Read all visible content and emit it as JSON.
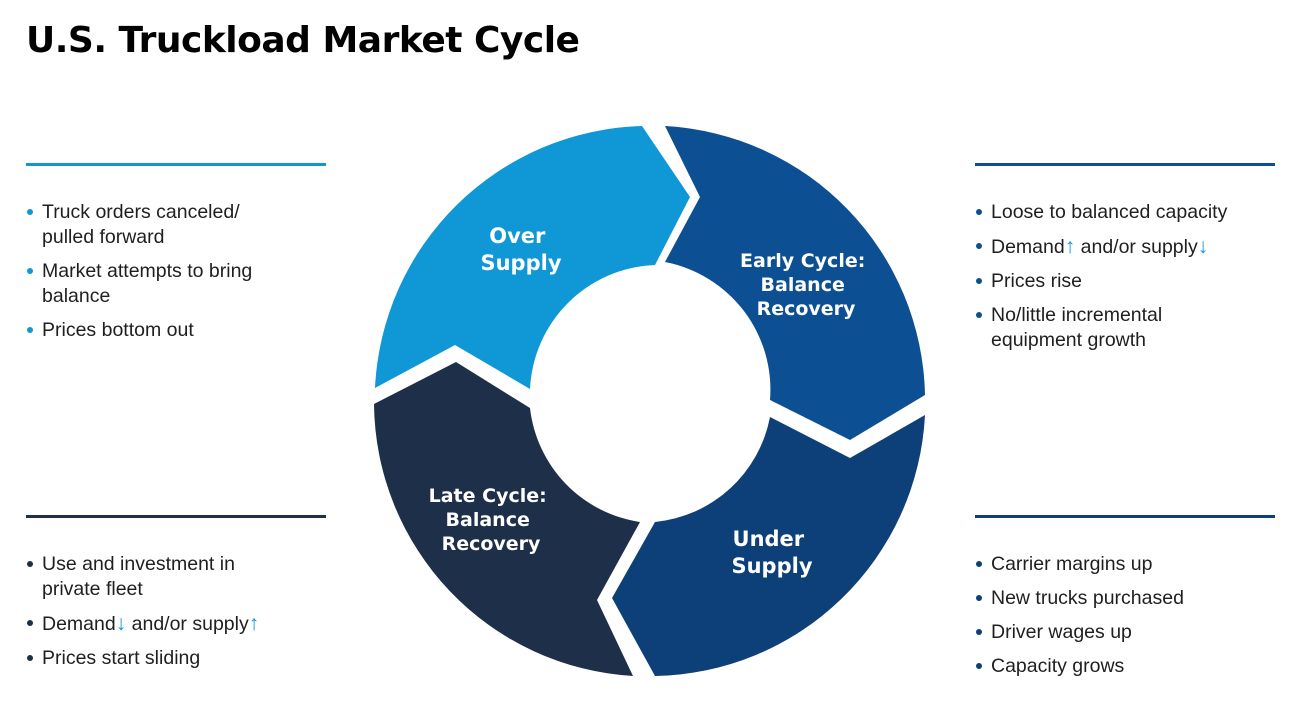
{
  "title": "U.S. Truckload Market Cycle",
  "colors": {
    "over_supply": "#0f97d6",
    "early_cycle": "#0d4f93",
    "under_supply": "#0d3f78",
    "late_cycle": "#1e2f4a",
    "arrow_accent": "#0f97d6"
  },
  "cycle": {
    "over_supply": [
      "Over",
      "Supply"
    ],
    "early_cycle": [
      "Early Cycle:",
      "Balance",
      "Recovery"
    ],
    "under_supply": [
      "Under",
      "Supply"
    ],
    "late_cycle": [
      "Late Cycle:",
      "Balance",
      "Recovery"
    ]
  },
  "panels": {
    "top_left": {
      "items": [
        {
          "text": "Truck orders canceled/\npulled forward"
        },
        {
          "text": "Market attempts to bring\nbalance"
        },
        {
          "text": "Prices bottom out"
        }
      ]
    },
    "top_right": {
      "items": [
        {
          "text": "Loose to balanced capacity"
        },
        {
          "pre": "Demand",
          "arrow1": "↑",
          "mid": " and/or supply",
          "arrow2": "↓"
        },
        {
          "text": "Prices rise"
        },
        {
          "text": "No/little incremental\nequipment growth"
        }
      ]
    },
    "bottom_left": {
      "items": [
        {
          "text": "Use and investment in\nprivate fleet"
        },
        {
          "pre": "Demand",
          "arrow1": "↓",
          "mid": " and/or supply",
          "arrow2": "↑"
        },
        {
          "text": "Prices start sliding"
        }
      ]
    },
    "bottom_right": {
      "items": [
        {
          "text": "Carrier margins up"
        },
        {
          "text": "New trucks purchased"
        },
        {
          "text": "Driver wages up"
        },
        {
          "text": "Capacity grows"
        }
      ]
    }
  }
}
